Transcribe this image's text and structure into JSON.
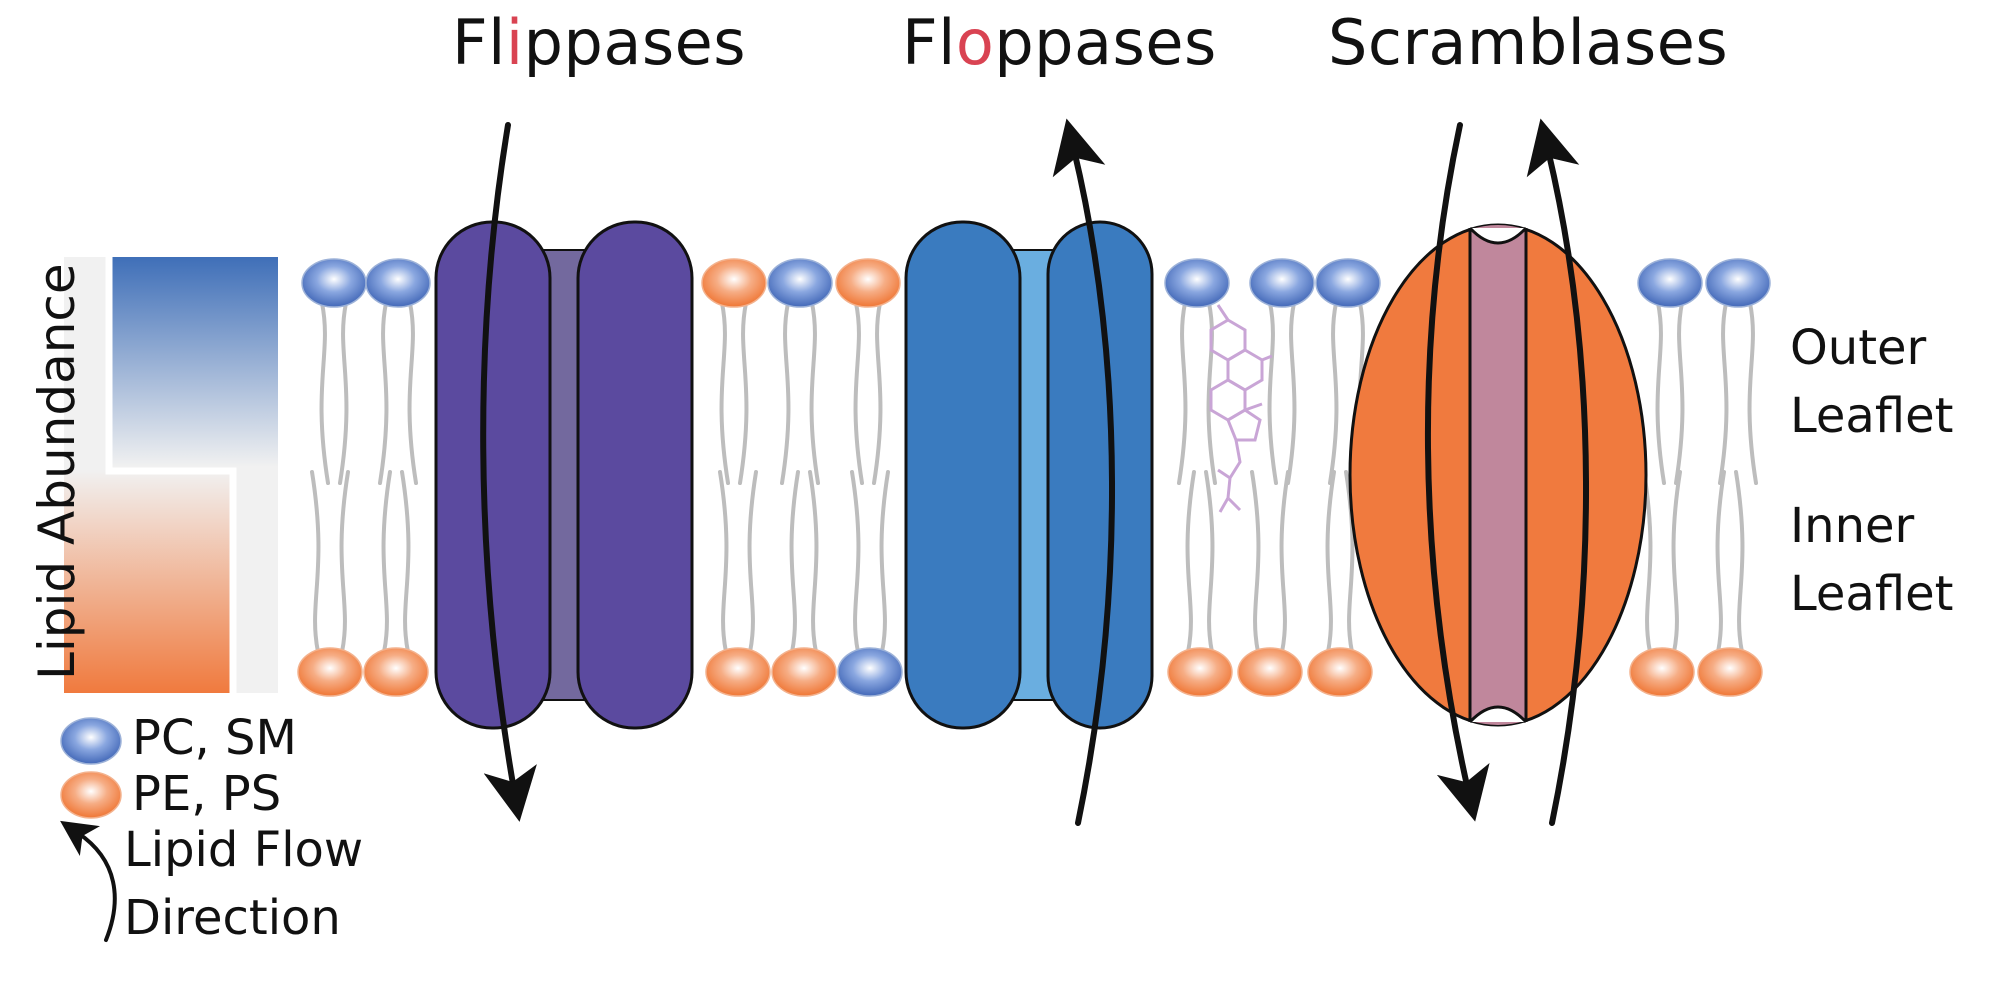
{
  "titles": {
    "flippases": {
      "pre": "Fl",
      "accent": "i",
      "post": "ppases"
    },
    "floppases": {
      "pre": "Fl",
      "accent": "o",
      "post": "ppases"
    },
    "scramblases": "Scramblases"
  },
  "leaflets": {
    "outer": {
      "line1": "Outer",
      "line2": "Leaflet"
    },
    "inner": {
      "line1": "Inner",
      "line2": "Leaflet"
    }
  },
  "abundance_label": "Lipid Abundance",
  "legend": {
    "blue_lipids": "PC, SM",
    "orange_lipids": "PE, PS",
    "flow_line1": "Lipid Flow",
    "flow_line2": "Direction"
  },
  "colors": {
    "accent_letter": "#d94352",
    "flippase": "#5b4a9f",
    "flippase_channel": "#73699e",
    "floppase": "#3a7bbf",
    "floppase_channel": "#6aaee0",
    "scramblase": "#f07a3e",
    "scramblase_channel": "#c0879c",
    "lipid_blue": "#4b72c2",
    "lipid_orange": "#f07a3e",
    "lipid_tail": "#bdbdbd",
    "cholesterol": "#c9a5d6",
    "arrow": "#111111"
  }
}
